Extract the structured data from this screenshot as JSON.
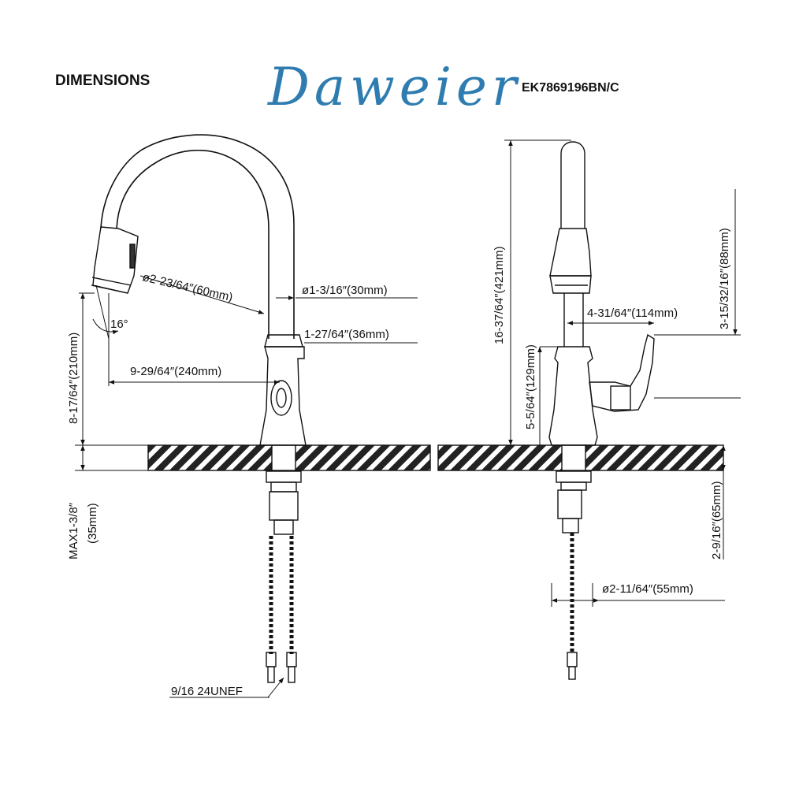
{
  "header": {
    "title": "DIMENSIONS",
    "brand": "Daweier",
    "model": "EK7869196BN/C"
  },
  "dimensions": {
    "spray_diameter": "ø2-23/64″(60mm)",
    "spout_diameter": "ø1-3/16″(30mm)",
    "spray_angle": "16°",
    "handle_width": "1-27/64″(36mm)",
    "reach": "9-29/64″(240mm)",
    "spout_height": "8-17/64″(210mm)",
    "max_deck": "MAX1-3/8″",
    "max_deck_mm": "(35mm)",
    "connector": "9/16 24UNEF",
    "total_height": "16-37/64″(421mm)",
    "handle_projection": "4-31/64″(114mm)",
    "handle_height": "3-15/32/16″(88mm)",
    "body_height": "5-5/64″(129mm)",
    "shank_length": "2-9/16″(65mm)",
    "base_diameter": "ø2-11/64″(55mm)"
  },
  "colors": {
    "brand": "#2f7db0",
    "line": "#111111"
  }
}
